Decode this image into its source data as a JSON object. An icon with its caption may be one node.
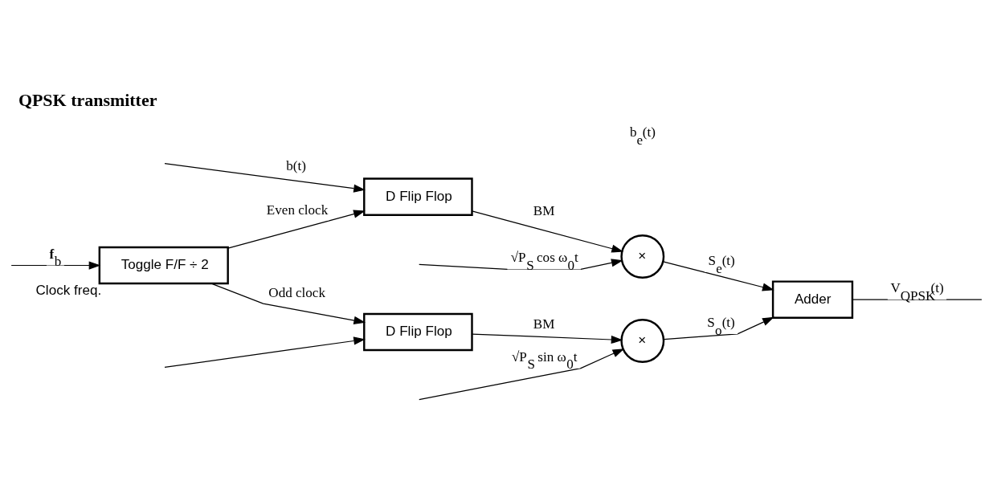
{
  "diagram": {
    "title": "QPSK transmitter",
    "nodes": [
      {
        "text": [
          "D Flip Flop"
        ]
      },
      {
        "text": [
          "Toggle F/F ÷ 2"
        ],
        "beside": [
          "Clock freq."
        ]
      },
      {
        "text": [
          "D Flip Flop"
        ]
      },
      {
        "text": [
          "×"
        ]
      },
      {
        "text": [
          "×"
        ]
      },
      {
        "text": [
          "Adder"
        ]
      }
    ],
    "edges": [
      {
        "from": null,
        "to": 0,
        "arrow": "to",
        "label": "b(t)"
      },
      {
        "from": null,
        "to": 2,
        "arrow": "to"
      },
      {
        "from": null,
        "to": 1,
        "arrow": "to",
        "label": "**f**$_{b}$"
      },
      {
        "from": 1,
        "to": 0,
        "arrow": "to",
        "label": "Even clock"
      },
      {
        "from": 1,
        "to": 2,
        "arrow": "to",
        "label": "Odd clock"
      },
      {
        "from": 0,
        "to": 3,
        "arrow": "to",
        "label": "BM"
      },
      {
        "from": 2,
        "to": 4,
        "arrow": "to",
        "label": "BM"
      },
      {
        "from": null,
        "to": 3,
        "arrow": "to",
        "label": "√P$_{S}$ cos ω$_{0}$t"
      },
      {
        "from": null,
        "to": 4,
        "arrow": "to",
        "label": "√P$_{S}$ sin ω$_{0}$t"
      },
      {
        "from": 3,
        "to": 5,
        "arrow": "to",
        "label": "S$_{e}$(t)"
      },
      {
        "from": 4,
        "to": 5,
        "arrow": "to",
        "label": "S$_{o}$(t)"
      },
      {
        "from": 5,
        "to": null,
        "arrow": "none",
        "label": "V$_{QPSK}$(t)"
      }
    ],
    "labels": [
      "b$_{e}$(t)"
    ]
  }
}
